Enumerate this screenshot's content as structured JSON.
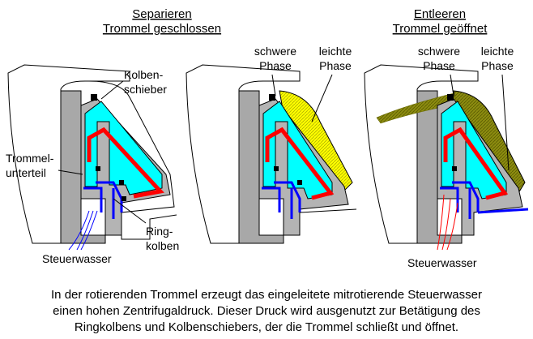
{
  "headings": {
    "left_line1": "Separieren",
    "left_line2": "Trommel geschlossen",
    "right_line1": "Entleeren",
    "right_line2": "Trommel geöffnet"
  },
  "labels": {
    "kolben_line1": "Kolben-",
    "kolben_line2": "schieber",
    "trommel_line1": "Trommel-",
    "trommel_line2": "unterteil",
    "ring_line1": "Ring-",
    "ring_line2": "kolben",
    "steuer_left": "Steuerwasser",
    "schwere_line1": "schwere",
    "schwere_line2": "Phase",
    "leichte_line1": "leichte",
    "leichte_line2": "Phase",
    "schwere3_line1": "schwere",
    "schwere3_line2": "Phase",
    "leichte3_line1": "leichte",
    "leichte3_line2": "Phase",
    "steuer_right": "Steuerwasser"
  },
  "caption": {
    "line1": "In der rotierenden Trommel erzeugt das eingeleitete mitrotierende Steuerwasser",
    "line2": "einen hohen Zentrifugaldruck. Dieser Druck wird ausgenutzt zur Betätigung des",
    "line3": "Ringkolbens und Kolbenschiebers, der die Trommel schließt und öffnet."
  },
  "colors": {
    "housing": "#c0c0c0",
    "bowl_gray": "#9a9a9a",
    "heavy_phase": "#00ffff",
    "red_channel": "#ff0000",
    "control_water": "#0000ff",
    "light_phase": "#ffff00",
    "light_phase_dark": "#808000"
  }
}
